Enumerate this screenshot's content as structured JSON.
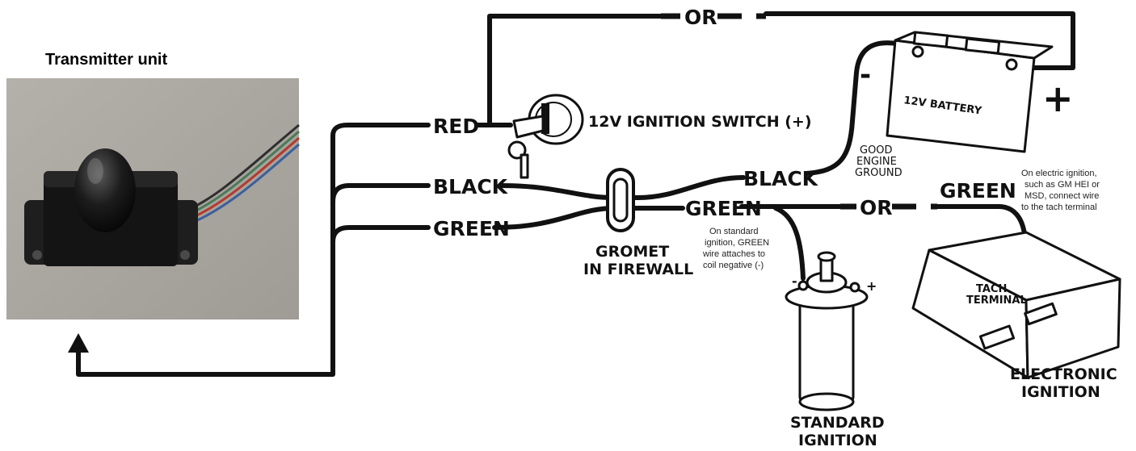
{
  "photo": {
    "title": "Transmitter unit"
  },
  "wires": {
    "red": "RED",
    "black": "BLACK",
    "green": "GREEN",
    "black_ground": "BLACK",
    "green_mid": "GREEN",
    "green_right": "GREEN"
  },
  "alternatives": {
    "top": "OR",
    "middle": "OR"
  },
  "ignition_switch": {
    "label": "12V IGNITION SWITCH (+)"
  },
  "battery": {
    "label": "12V BATTERY",
    "negative": "-",
    "positive": "+"
  },
  "ground": {
    "line1": "GOOD",
    "line2": "ENGINE",
    "line3": "GROUND"
  },
  "grommet": {
    "line1": "GROMET",
    "line2": "IN FIREWALL"
  },
  "notes": {
    "standard": [
      "On standard",
      "ignition, GREEN",
      "wire attaches to",
      "coil negative (-)"
    ],
    "electric": [
      "On electric ignition,",
      "such as GM HEI or",
      "MSD, connect wire",
      "to the tach terminal"
    ]
  },
  "coil": {
    "negative": "-",
    "positive": "+",
    "line1": "STANDARD",
    "line2": "IGNITION"
  },
  "electronic": {
    "tach_line1": "TACH",
    "tach_line2": "TERMINAL",
    "line1": "ELECTRONIC",
    "line2": "IGNITION"
  }
}
